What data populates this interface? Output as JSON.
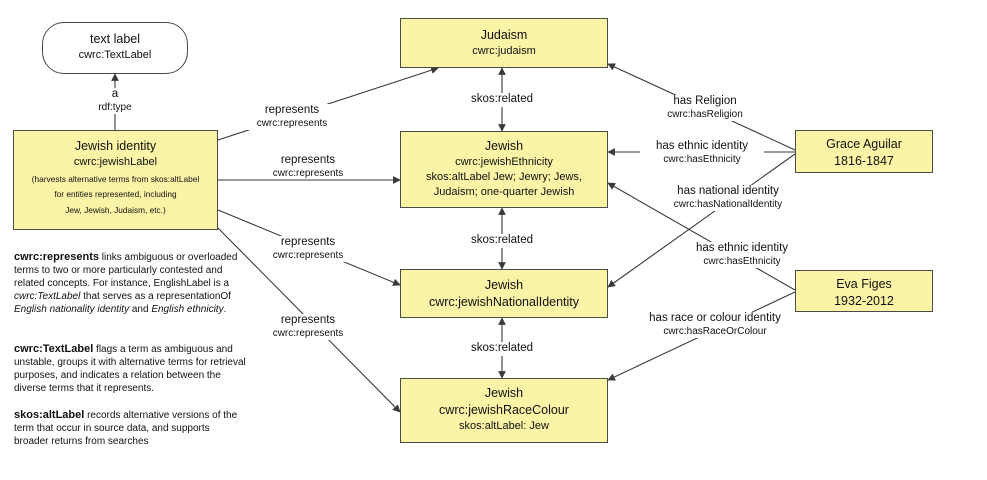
{
  "nodes": {
    "text_label": {
      "title": "text label",
      "sub": "cwrc:TextLabel"
    },
    "jewish_identity": {
      "title": "Jewish identity",
      "sub": "cwrc:jewishLabel",
      "desc1": "(harvests alternative terms from skos:altLabel",
      "desc2": "for entities represented, including",
      "desc3": "Jew, Jewish, Judaism, etc.)"
    },
    "judaism": {
      "title": "Judaism",
      "sub": "cwrc:judaism"
    },
    "ethnicity": {
      "title": "Jewish",
      "sub": "cwrc:jewishEthnicity",
      "alt1": "skos:altLabel Jew; Jewry; Jews,",
      "alt2": "Judaism; one-quarter Jewish"
    },
    "national": {
      "title": "Jewish",
      "sub": "cwrc:jewishNationalIdentity"
    },
    "race": {
      "title": "Jewish",
      "sub": "cwrc:jewishRaceColour",
      "alt": "skos:altLabel: Jew"
    },
    "grace": {
      "title": "Grace Aguilar",
      "sub": "1816-1847"
    },
    "eva": {
      "title": "Eva Figes",
      "sub": "1932-2012"
    }
  },
  "edge_labels": {
    "a_type": {
      "p": "a",
      "q": "rdf:type"
    },
    "rep1": {
      "p": "represents",
      "q": "cwrc:represents"
    },
    "rep2": {
      "p": "represents",
      "q": "cwrc:represents"
    },
    "rep3": {
      "p": "represents",
      "q": "cwrc:represents"
    },
    "rep4": {
      "p": "represents",
      "q": "cwrc:represents"
    },
    "rel1": {
      "p": "skos:related"
    },
    "rel2": {
      "p": "skos:related"
    },
    "rel3": {
      "p": "skos:related"
    },
    "religion": {
      "p": "has Religion",
      "q": "cwrc:hasReligion"
    },
    "ethnic1": {
      "p": "has ethnic identity",
      "q": "cwrc:hasEthnicity"
    },
    "natid": {
      "p": "has national identity",
      "q": "cwrc:hasNationalIdentity"
    },
    "ethnic2": {
      "p": "has ethnic identity",
      "q": "cwrc:hasEthnicity"
    },
    "racecol": {
      "p": "has race or colour identity",
      "q": "cwrc:hasRaceOrColour"
    }
  },
  "notes": {
    "n1": {
      "term": "cwrc:represents",
      "t1": " links ambiguous or overloaded terms to two or more particularly contested and related concepts. For instance, EnglishLabel is a ",
      "i1": "cwrc:TextLabel",
      "t2": " that serves as a representationOf ",
      "i2": "English nationality identity",
      "t3": " and ",
      "i3": "English ethnicity",
      "t4": "."
    },
    "n2": {
      "term": "cwrc:TextLabel",
      "t1": " flags a term as ambiguous and unstable, groups it with alternative terms for retrieval purposes, and indicates a relation between the diverse terms that it represents."
    },
    "n3": {
      "term": "skos:altLabel",
      "t1": " records alternative versions of the term that occur in source data, and supports broader returns from searches"
    }
  },
  "colors": {
    "node_fill": "#fbf3a5",
    "stroke": "#3a3a3a"
  }
}
